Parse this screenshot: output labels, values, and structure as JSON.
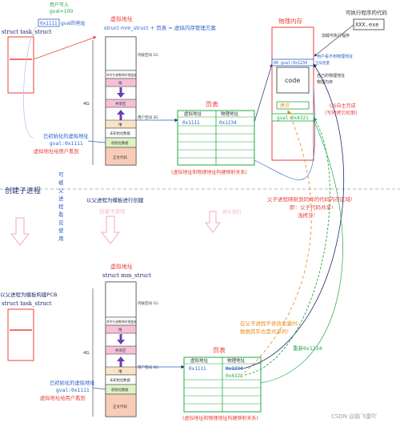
{
  "top": {
    "user_define_note": "用户写入",
    "gval_init": "gval=100",
    "gval_addr_label": "gval的地址",
    "gval_addr_value": "0x1111",
    "task_struct_label": "struct task_struct",
    "virt_addr_title": "虚拟地址",
    "mm_struct_line": "struct mm_struct + 页表 = 虚拟内存管理方案",
    "exec_code_title": "可执行程序的代码",
    "exec_file": "XXX.exe",
    "load_note": "加载可执行程序",
    "phys_mem_title": "物理内存",
    "user_no_phys": "用户看不到物理地址",
    "code_block": "code",
    "code_phys_addr": "00 gval:0x1234",
    "global_var_note": "全局变量",
    "own_phys_mem": "自己的物理地址",
    "phys_mem_label": "物理内存",
    "copy_label": "拷贝",
    "gval_new": "gval:0x4321",
    "os_done_note": "OS自主完成",
    "cow_note": "(写时拷贝机制)",
    "kernel_space": "内核空间 1G",
    "user_space": "用户空间 3G",
    "size_4g": "4G",
    "init_virt_addr": "已初始化的虚拟地址",
    "init_gval": "gval:0x1111",
    "virt_addr_to_user": "虚拟地址给用户看到",
    "page_table_title": "页表",
    "pt_col_virtual": "虚拟地址",
    "pt_col_physical": "物理地址",
    "pt_row_virtual": "0x1111",
    "pt_row_physical": "0x1234",
    "pt_caption": "(虚拟地址和物理地址构建映射关系)"
  },
  "segments": [
    "命令行参数和环境变量",
    "栈",
    "共享区",
    "堆",
    "未初始化数据",
    "初始化数据",
    "正文代码"
  ],
  "middle": {
    "create_child": "创建子进程",
    "parent_template": "以父进程为模板进行创建",
    "child_create": "创建子进程",
    "copy_pointer": "拷贝指针",
    "vert_note": "可被父进程看见使用",
    "shared_note_1": "父子进程映射到同样的代码内存区域!",
    "shared_note_2": "即：父子代码共享!",
    "shared_note_3": "浅拷贝!"
  },
  "bottom": {
    "template_pcb": "以父进程为模板构建PCB",
    "task_struct_label": "struct task_struct",
    "virt_addr_title": "虚拟地址",
    "mm_struct": "struct mm_struct",
    "kernel_space": "内核空间 1G",
    "user_space": "用户空间 3G",
    "size_4g": "4G",
    "init_virt_addr": "已初始化的虚拟地址",
    "init_gval": "gval:0x1111",
    "virt_addr_to_user": "虚拟地址给用户看到",
    "page_table_title": "页表",
    "pt_col_virtual": "虚拟地址",
    "pt_col_physical": "物理地址",
    "pt_row_virtual": "0x1111",
    "pt_row_physical_old": "0x1234",
    "pt_row_physical_new": "0x4321",
    "pt_caption": "(虚拟地址和物理地址构建映射关系)",
    "no_modify_note_1": "在父子进程不修改变量时,",
    "no_modify_note_2": "数据其实也是共享的!",
    "reassign_note": "重新0x1234"
  },
  "watermark": "CSDN @路飞雷吖",
  "colors": {
    "red": "#e8423a",
    "blue": "#2b5fc9",
    "green": "#22a845",
    "purple": "#6b3fb3",
    "orange": "#e88a1f",
    "pink_arrow": "#f7b8c4",
    "navy": "#1f2e6e"
  }
}
